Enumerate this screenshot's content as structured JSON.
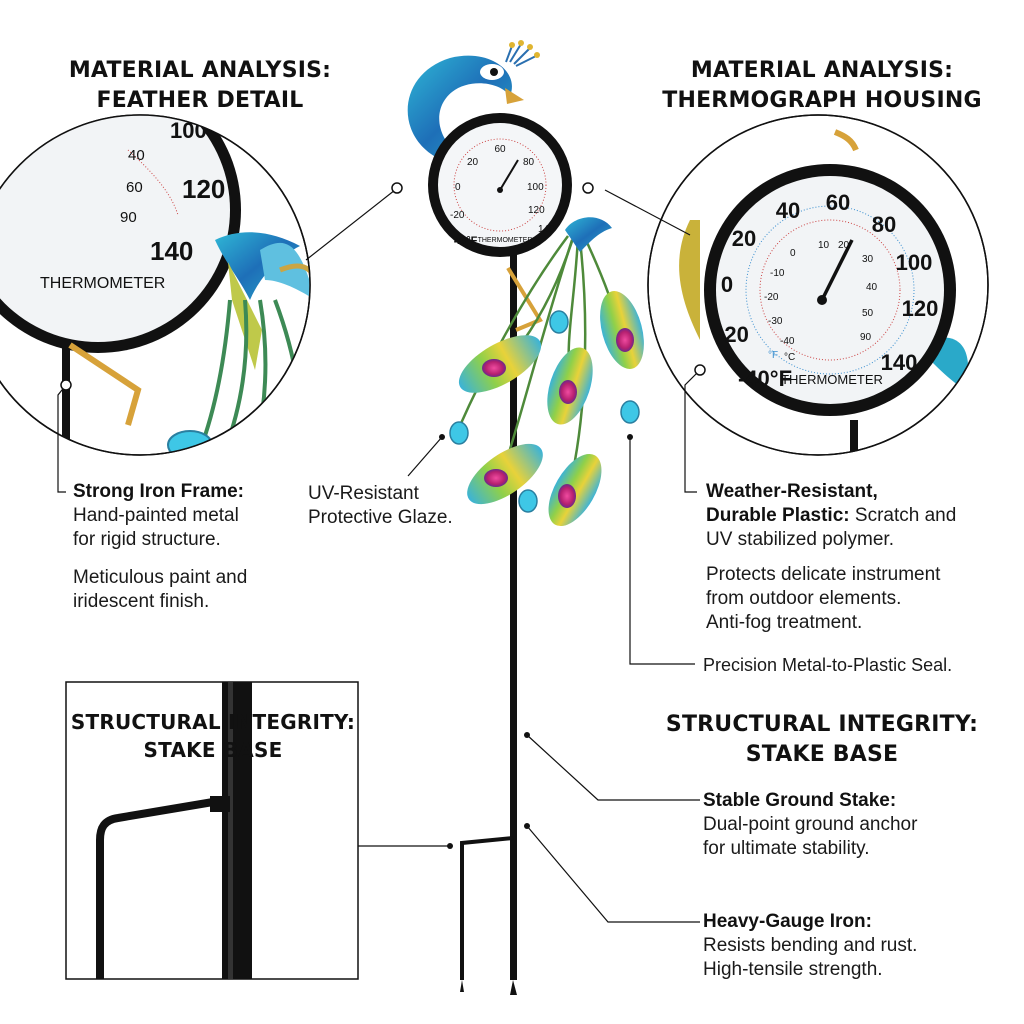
{
  "headings": {
    "feather": [
      "MATERIAL ANALYSIS:",
      "FEATHER DETAIL"
    ],
    "housing": [
      "MATERIAL ANALYSIS:",
      "THERMOGRAPH HOUSING"
    ],
    "stake_inset": [
      "STRUCTURAL INTEGRITY:",
      "STAKE BASE"
    ],
    "stake_right": [
      "STRUCTURAL INTEGRITY:",
      "STAKE BASE"
    ]
  },
  "callouts": {
    "iron_frame": {
      "title": "Strong Iron Frame:",
      "lines": [
        "Hand-painted metal",
        "for rigid structure."
      ]
    },
    "paint": {
      "lines": [
        "Meticulous paint and",
        "iridescent finish."
      ]
    },
    "glaze": {
      "lines": [
        "UV-Resistant",
        "Protective Glaze."
      ]
    },
    "plastic": {
      "title": [
        "Weather-Resistant,",
        "Durable Plastic:"
      ],
      "tail": "Scratch and",
      "lines": [
        "UV stabilized polymer."
      ]
    },
    "protects": {
      "lines": [
        "Protects delicate instrument",
        "from outdoor elements.",
        "Anti-fog treatment."
      ]
    },
    "seal": {
      "lines": [
        "Precision Metal-to-Plastic Seal."
      ]
    },
    "ground_stake": {
      "title": "Stable Ground Stake:",
      "lines": [
        "Dual-point ground anchor",
        "for ultimate stability."
      ]
    },
    "heavy_iron": {
      "title": "Heavy-Gauge Iron:",
      "lines": [
        "Resists bending and rust.",
        "High-tensile strength."
      ]
    }
  },
  "thermometer": {
    "label": "THERMOMETER",
    "fahrenheit_ticks": [
      "-40°F",
      "-20",
      "0",
      "20",
      "40",
      "60",
      "80",
      "100",
      "120",
      "140"
    ],
    "celsius_ticks": [
      "-40",
      "-30",
      "-20",
      "-10",
      "0",
      "10",
      "20",
      "30",
      "40",
      "50"
    ],
    "humidity_ticks": [
      "90"
    ],
    "unit_f": "°F",
    "unit_c": "°C",
    "zoom_left_ticks": [
      "40",
      "60",
      "90",
      "120",
      "140"
    ]
  },
  "colors": {
    "peacock_teal": "#2aa9c9",
    "peacock_blue": "#1e6fb8",
    "feather_magenta": "#d6247e",
    "feather_yellow": "#e8d23a",
    "stake_black": "#111111",
    "gold_accent": "#d7a23a"
  }
}
